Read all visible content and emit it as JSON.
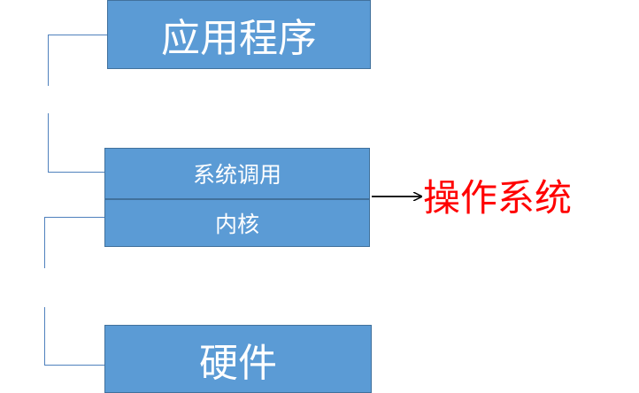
{
  "diagram": {
    "boxes": {
      "app": "应用程序",
      "syscall": "系统调用",
      "kernel": "内核",
      "hardware": "硬件"
    },
    "os_label": "操作系统"
  },
  "colors": {
    "box_fill": "#5b9bd5",
    "box_border": "#41719c",
    "box_text": "#ffffff",
    "connector": "#4f81bd",
    "os_label": "#ff0000",
    "arrow": "#000000"
  }
}
